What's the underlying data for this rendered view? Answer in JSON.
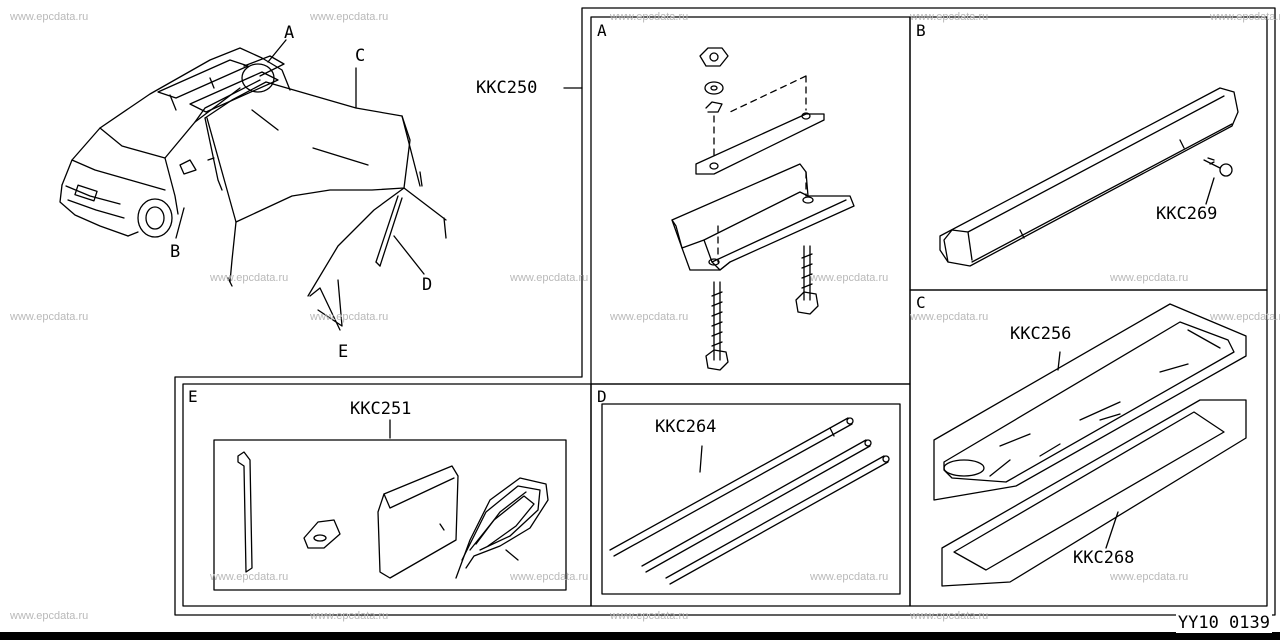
{
  "watermark": "www.epcdata.ru",
  "callouts": {
    "a": "A",
    "b": "B",
    "c": "C",
    "d": "D",
    "e": "E"
  },
  "panels": {
    "a": "A",
    "b": "B",
    "c": "C",
    "d": "D",
    "e": "E"
  },
  "parts": {
    "kkc250": "KKC250",
    "kkc269": "KKC269",
    "kkc256": "KKC256",
    "kkc268": "KKC268",
    "kkc251": "KKC251",
    "kkc264": "KKC264"
  },
  "diagram_code": "YY10 0139"
}
